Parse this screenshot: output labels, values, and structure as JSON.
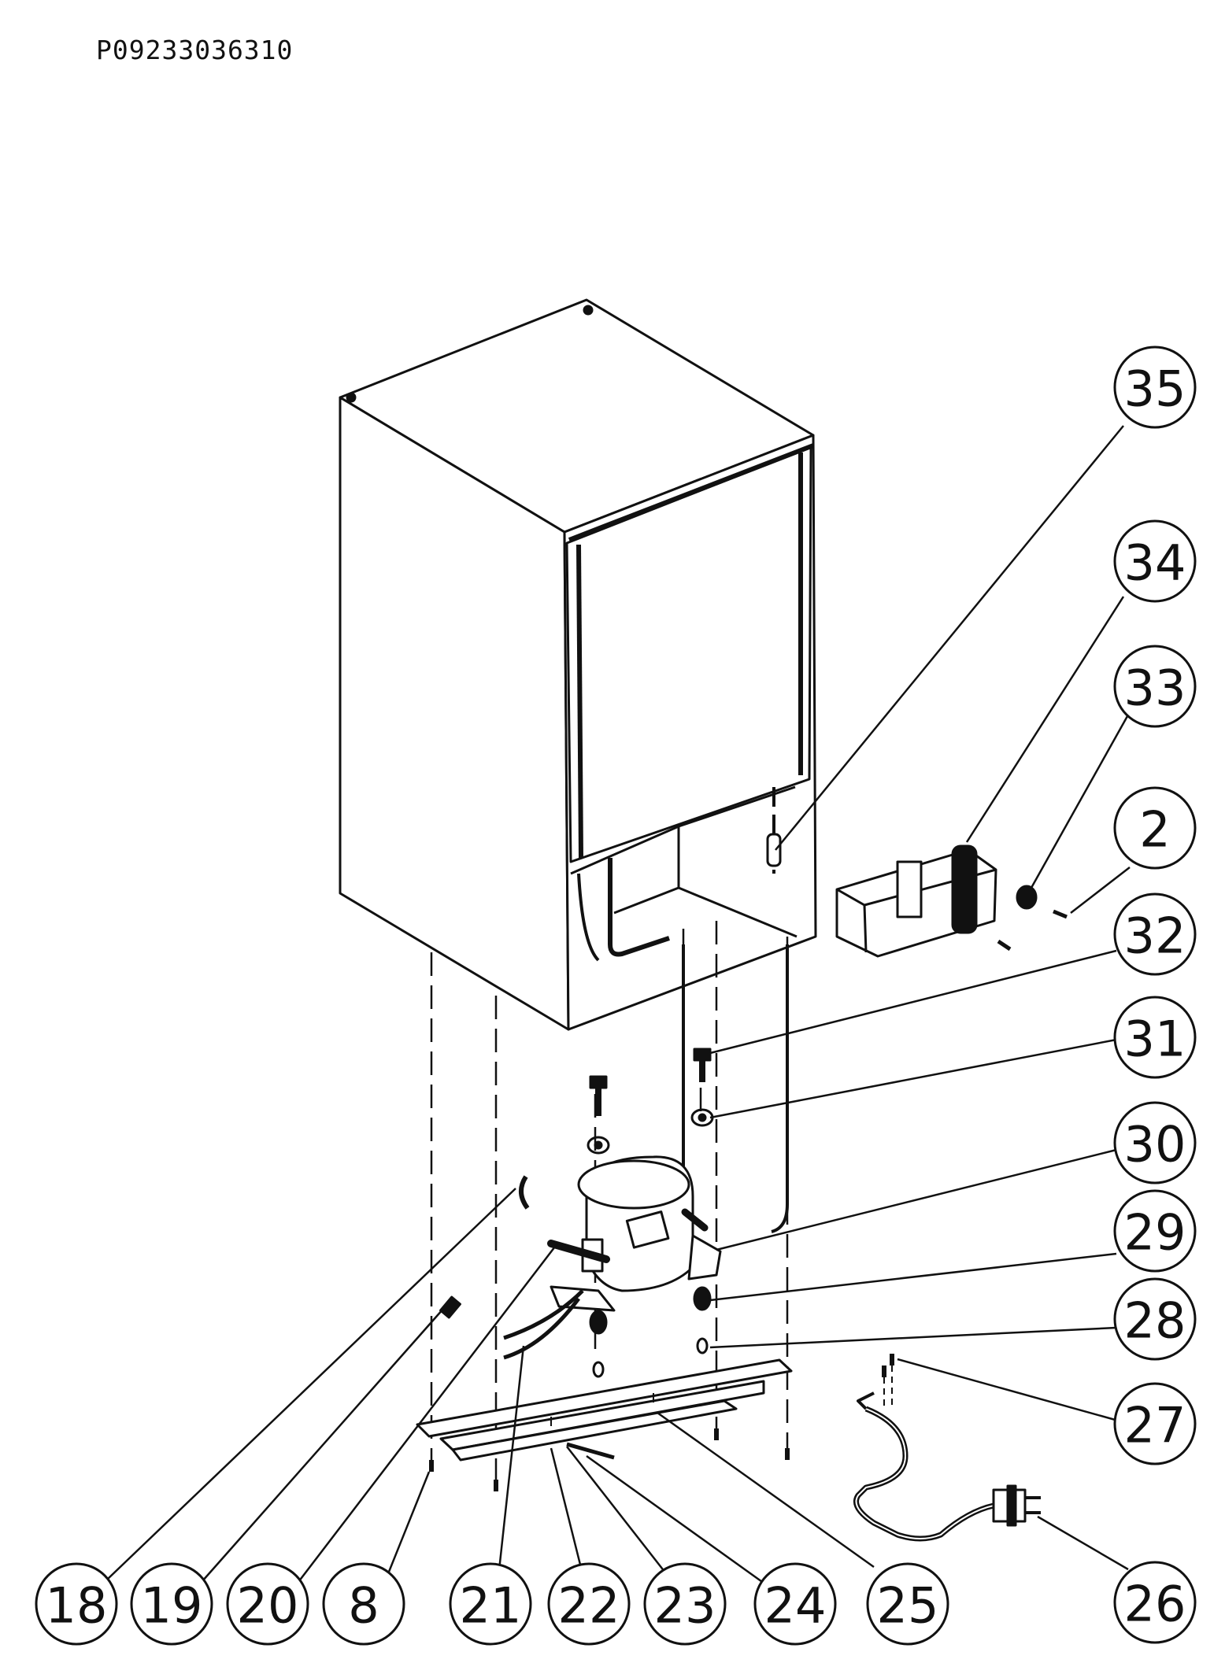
{
  "document_code": "P09233036310",
  "callouts": {
    "c35": "35",
    "c34": "34",
    "c33": "33",
    "c2": "2",
    "c32": "32",
    "c31": "31",
    "c30": "30",
    "c29": "29",
    "c28": "28",
    "c27": "27",
    "c26": "26",
    "c18": "18",
    "c19": "19",
    "c20": "20",
    "c8": "8",
    "c21": "21",
    "c22": "22",
    "c23": "23",
    "c24": "24",
    "c25": "25"
  }
}
